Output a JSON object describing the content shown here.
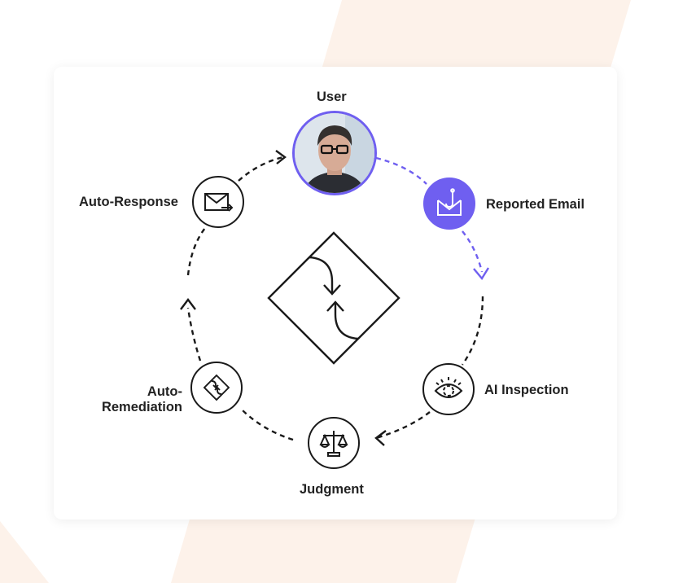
{
  "colors": {
    "accent": "#6f5ff0",
    "stroke": "#1a1a1a",
    "background_stripe": "#fdf2ea"
  },
  "nodes": {
    "user": {
      "label": "User",
      "icon": "user-avatar-photo"
    },
    "reported_email": {
      "label": "Reported Email",
      "icon": "phishing-hook-envelope-icon"
    },
    "ai_inspection": {
      "label": "AI Inspection",
      "icon": "eye-icon"
    },
    "judgment": {
      "label": "Judgment",
      "icon": "scales-icon"
    },
    "auto_remediation": {
      "label_line1": "Auto-",
      "label_line2": "Remediation",
      "icon": "diamond-arrows-icon"
    },
    "auto_response": {
      "label": "Auto-Response",
      "icon": "envelope-send-icon"
    }
  },
  "center": {
    "icon": "diamond-exchange-icon"
  }
}
